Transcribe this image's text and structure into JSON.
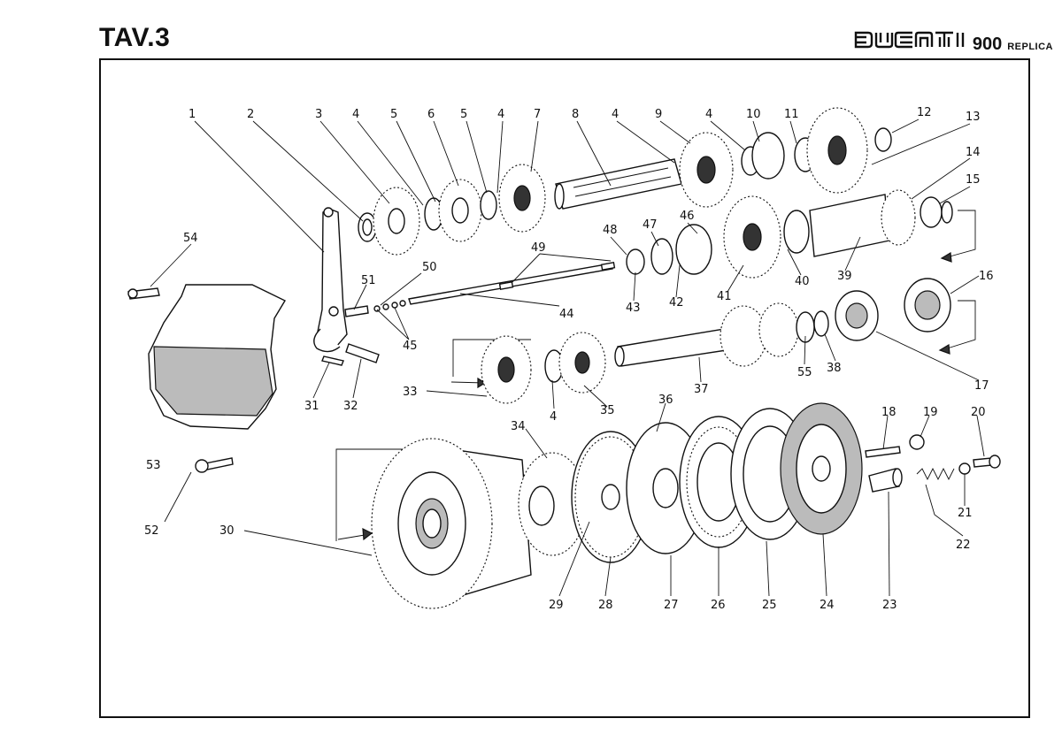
{
  "sheet": {
    "title": "TAV.3"
  },
  "brand": {
    "logo_text": "DUCATI",
    "model": "900",
    "variant": "REPLICA"
  },
  "callouts": [
    {
      "n": "1"
    },
    {
      "n": "2"
    },
    {
      "n": "3"
    },
    {
      "n": "4"
    },
    {
      "n": "5"
    },
    {
      "n": "6"
    },
    {
      "n": "5"
    },
    {
      "n": "4"
    },
    {
      "n": "7"
    },
    {
      "n": "8"
    },
    {
      "n": "4"
    },
    {
      "n": "9"
    },
    {
      "n": "4"
    },
    {
      "n": "10"
    },
    {
      "n": "11"
    },
    {
      "n": "12"
    },
    {
      "n": "13"
    },
    {
      "n": "14"
    },
    {
      "n": "15"
    },
    {
      "n": "54"
    },
    {
      "n": "48"
    },
    {
      "n": "47"
    },
    {
      "n": "46"
    },
    {
      "n": "49"
    },
    {
      "n": "50"
    },
    {
      "n": "51"
    },
    {
      "n": "43"
    },
    {
      "n": "42"
    },
    {
      "n": "41"
    },
    {
      "n": "40"
    },
    {
      "n": "39"
    },
    {
      "n": "16"
    },
    {
      "n": "44"
    },
    {
      "n": "45"
    },
    {
      "n": "55"
    },
    {
      "n": "38"
    },
    {
      "n": "17"
    },
    {
      "n": "31"
    },
    {
      "n": "32"
    },
    {
      "n": "33"
    },
    {
      "n": "4"
    },
    {
      "n": "35"
    },
    {
      "n": "37"
    },
    {
      "n": "36"
    },
    {
      "n": "18"
    },
    {
      "n": "19"
    },
    {
      "n": "20"
    },
    {
      "n": "34"
    },
    {
      "n": "53"
    },
    {
      "n": "52"
    },
    {
      "n": "21"
    },
    {
      "n": "22"
    },
    {
      "n": "30"
    },
    {
      "n": "29"
    },
    {
      "n": "28"
    },
    {
      "n": "27"
    },
    {
      "n": "26"
    },
    {
      "n": "25"
    },
    {
      "n": "24"
    },
    {
      "n": "23"
    }
  ]
}
